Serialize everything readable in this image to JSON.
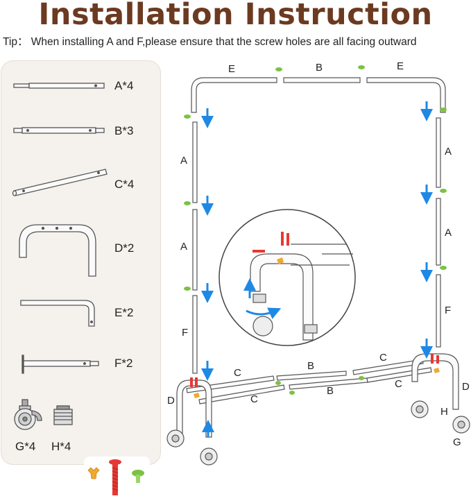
{
  "title": "Installation Instruction",
  "tip": "Tip： When installing A and F,please ensure that the screw holes are all facing outward",
  "parts": [
    {
      "label": "A*4"
    },
    {
      "label": "B*3"
    },
    {
      "label": "C*4"
    },
    {
      "label": "D*2"
    },
    {
      "label": "E*2"
    },
    {
      "label": "F*2"
    },
    {
      "label": "G*4"
    },
    {
      "label": "H*4"
    }
  ],
  "diagram_labels": {
    "e_left": "E",
    "b_top": "B",
    "e_right": "E",
    "a_left_1": "A",
    "a_left_2": "A",
    "f_left": "F",
    "a_right_1": "A",
    "a_right_2": "A",
    "f_right": "F",
    "c_1": "C",
    "c_2": "C",
    "c_3": "C",
    "c_4": "C",
    "b_1": "B",
    "b_2": "B",
    "d_left": "D",
    "d_right": "D",
    "h_right": "H",
    "g_right": "G"
  },
  "colors": {
    "title": "#6b3a21",
    "arrow": "#1e88e5",
    "screw_red": "#e53935",
    "knob_green": "#7cc242",
    "wrench_orange": "#f0a830",
    "panel_bg": "#f5f1ec"
  },
  "icons": [
    "down-arrow-icon",
    "up-arrow-icon",
    "rotate-arrow-icon",
    "caster-wheel-icon",
    "screw-icon",
    "knob-icon",
    "wrench-icon"
  ]
}
